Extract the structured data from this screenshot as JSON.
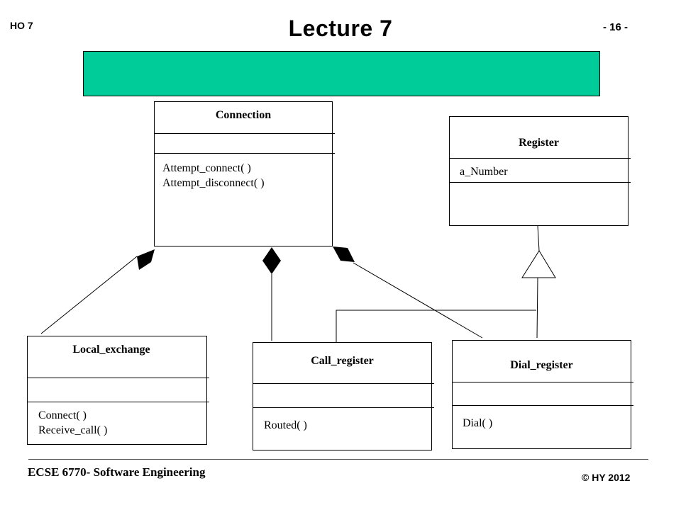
{
  "header": {
    "left": "HO 7",
    "title": "Lecture 7",
    "page": "- 16 -"
  },
  "banner_color": "#00cc99",
  "classes": {
    "connection": {
      "name": "Connection",
      "operations": [
        "Attempt_connect( )",
        "Attempt_disconnect( )"
      ]
    },
    "register": {
      "name": "Register",
      "attributes": [
        "a_Number"
      ]
    },
    "local_exchange": {
      "name": "Local_exchange",
      "operations": [
        "Connect( )",
        "Receive_call( )"
      ]
    },
    "call_register": {
      "name": "Call_register",
      "operations": [
        "Routed( )"
      ]
    },
    "dial_register": {
      "name": "Dial_register",
      "operations": [
        "Dial( )"
      ]
    }
  },
  "relationships": [
    {
      "type": "composition",
      "whole": "Connection",
      "part": "Local_exchange"
    },
    {
      "type": "composition",
      "whole": "Connection",
      "part": "Call_register"
    },
    {
      "type": "composition",
      "whole": "Connection",
      "part": "Dial_register"
    },
    {
      "type": "generalization",
      "parent": "Register",
      "children": [
        "Dial_register",
        "Call_register"
      ]
    }
  ],
  "footer": {
    "left": "ECSE 6770- Software Engineering",
    "right": "© HY  2012"
  }
}
